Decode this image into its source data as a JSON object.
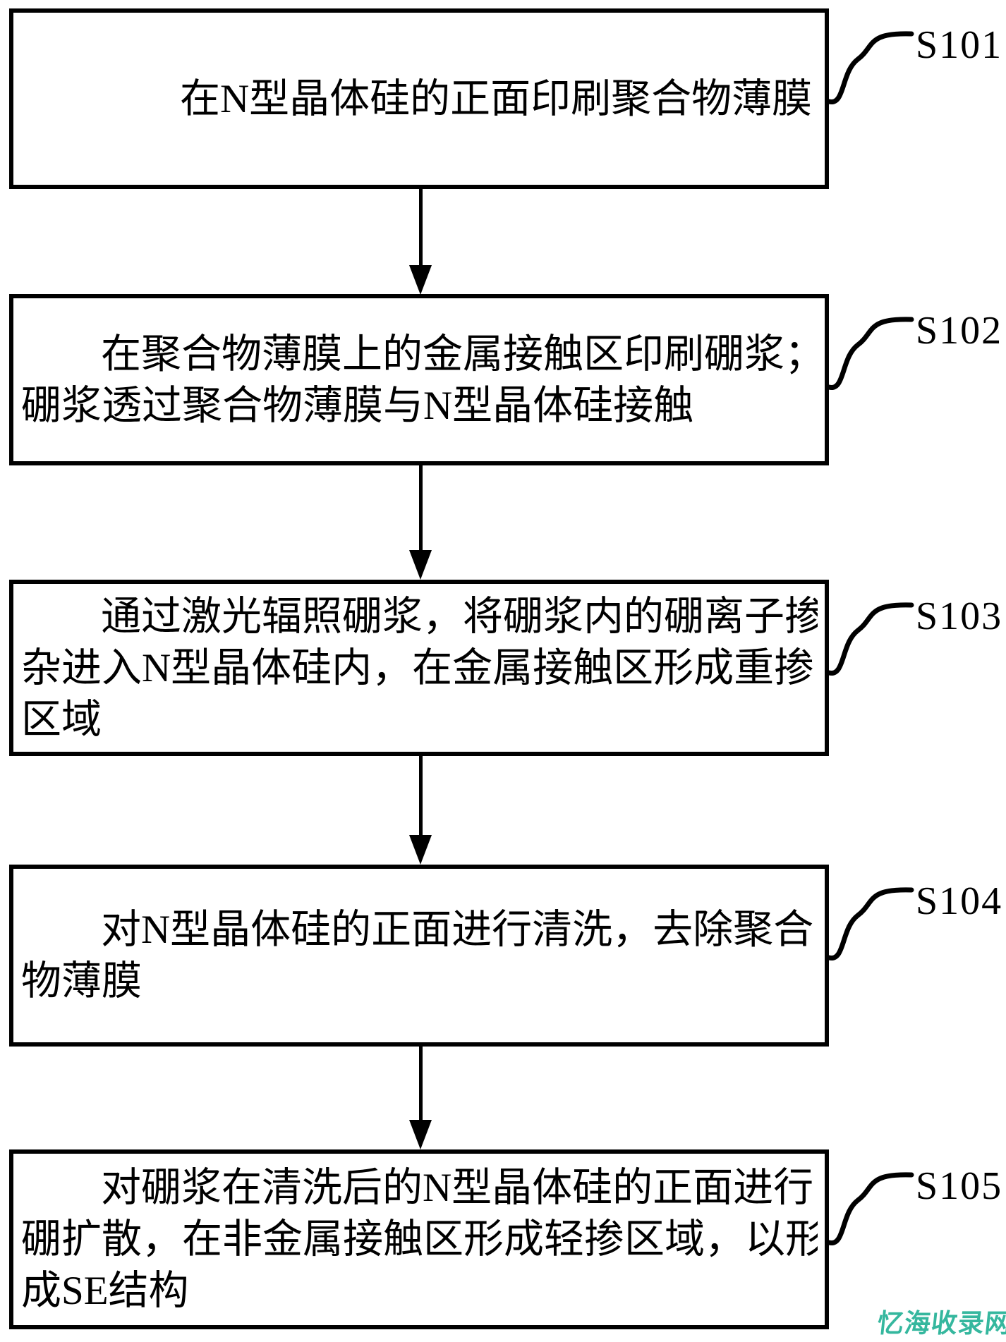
{
  "figure": {
    "steps": [
      {
        "label": "S101",
        "lines": [
          "在N型晶体硅的正面印刷聚合物薄膜"
        ]
      },
      {
        "label": "S102",
        "lines": [
          "在聚合物薄膜上的金属接触区印刷硼浆；",
          "硼浆透过聚合物薄膜与N型晶体硅接触"
        ]
      },
      {
        "label": "S103",
        "lines": [
          "通过激光辐照硼浆，将硼浆内的硼离子掺",
          "杂进入N型晶体硅内，在金属接触区形成重掺",
          "区域"
        ]
      },
      {
        "label": "S104",
        "lines": [
          "对N型晶体硅的正面进行清洗，去除聚合",
          "物薄膜"
        ]
      },
      {
        "label": "S105",
        "lines": [
          "对硼浆在清洗后的N型晶体硅的正面进行",
          "硼扩散，在非金属接触区形成轻掺区域，以形",
          "成SE结构"
        ]
      }
    ],
    "watermark": {
      "text": "忆海收录网",
      "color": "#35b79e"
    }
  }
}
